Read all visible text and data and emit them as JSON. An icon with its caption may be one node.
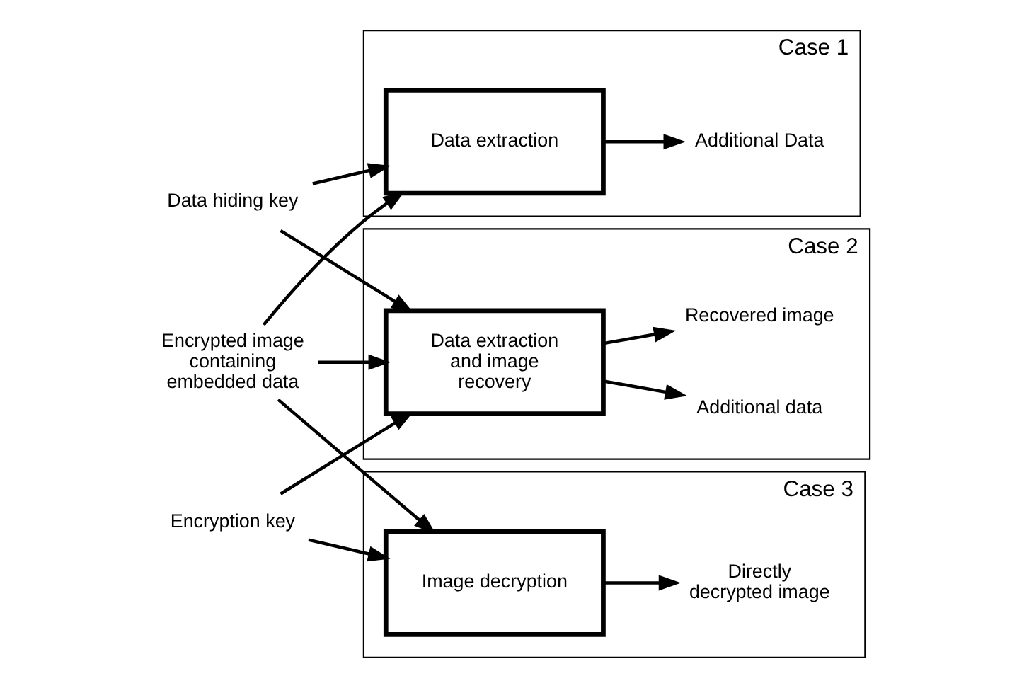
{
  "diagram": {
    "nodes": [
      {
        "text": [
          "Data hiding key"
        ]
      },
      {
        "text": [
          "Encrypted image containing embedded data"
        ]
      },
      {
        "text": [
          "Encryption key"
        ]
      },
      {
        "text": [],
        "shape": "box",
        "beside": [
          "Case 1"
        ]
      },
      {
        "text": [
          "Data extraction"
        ],
        "in": 3
      },
      {
        "text": [
          "Additional Data"
        ],
        "in": 3
      },
      {
        "text": [],
        "shape": "box",
        "beside": [
          "Case 2"
        ]
      },
      {
        "text": [
          "Data extraction and image recovery"
        ],
        "in": 6
      },
      {
        "text": [
          "Additional data"
        ],
        "in": 6
      },
      {
        "text": [
          "Recovered image"
        ],
        "in": 6
      },
      {
        "text": [],
        "shape": "box",
        "beside": [
          "Case 3"
        ]
      },
      {
        "text": [
          "Image decryption"
        ],
        "in": 10
      },
      {
        "text": [
          "Directly decrypted image"
        ],
        "in": 10
      }
    ],
    "edges": [
      {
        "from": 0,
        "to": 4,
        "arrow": "to"
      },
      {
        "from": 0,
        "to": 7,
        "arrow": "to"
      },
      {
        "from": 1,
        "to": 4,
        "arrow": "to"
      },
      {
        "from": 1,
        "to": 7,
        "arrow": "to"
      },
      {
        "from": 1,
        "to": 11,
        "arrow": "to"
      },
      {
        "from": 2,
        "to": 7,
        "arrow": "to"
      },
      {
        "from": 2,
        "to": 11,
        "arrow": "to"
      },
      {
        "from": 4,
        "to": 5,
        "arrow": "to"
      },
      {
        "from": 7,
        "to": 8,
        "arrow": "to"
      },
      {
        "from": 7,
        "to": 9,
        "arrow": "to"
      },
      {
        "from": 11,
        "to": 12,
        "arrow": "to"
      }
    ]
  }
}
